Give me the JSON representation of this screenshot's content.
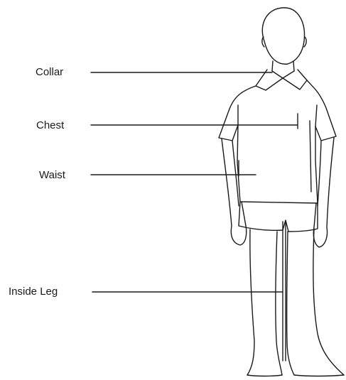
{
  "labels": {
    "collar": "Collar",
    "chest": "Chest",
    "waist": "Waist",
    "inside_leg": "Inside Leg"
  },
  "colors": {
    "line": "#1a1a1a",
    "background": "#ffffff"
  }
}
